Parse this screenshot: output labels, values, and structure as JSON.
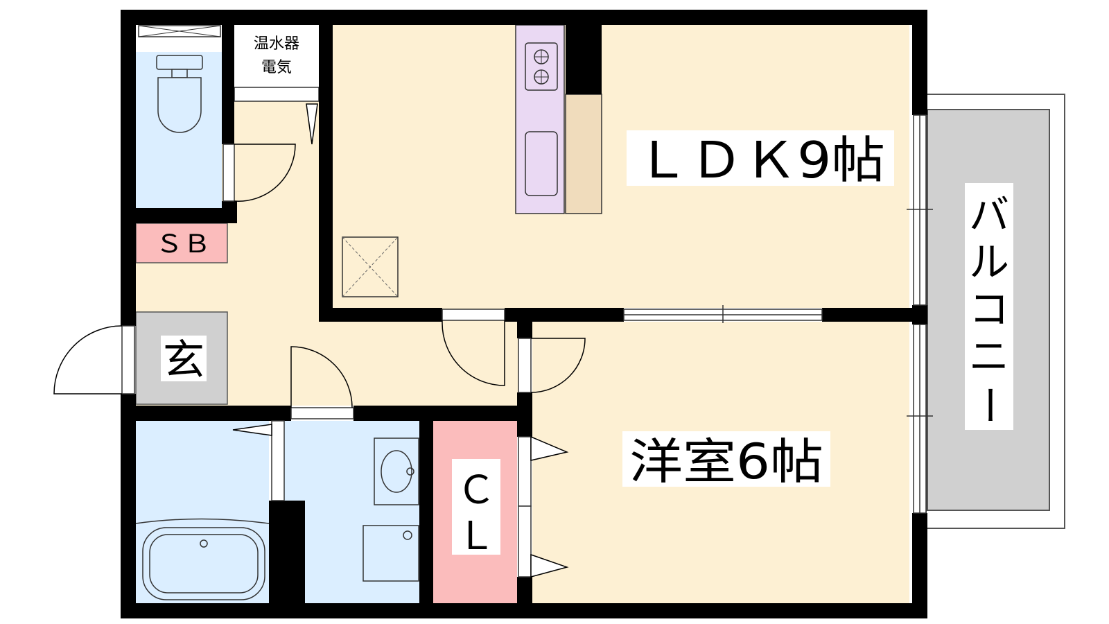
{
  "rooms": {
    "ldk": "ＬＤＫ9帖",
    "western": "洋室6帖",
    "balcony": [
      "バ",
      "ル",
      "コ",
      "ニ",
      "ー"
    ],
    "shoe_box": "ＳＢ",
    "entrance": "玄",
    "closet": [
      "Ｃ",
      "Ｌ"
    ],
    "water_heater": [
      "温水器",
      "電気"
    ]
  },
  "colors": {
    "wall": "#000000",
    "living": "#fdf0d3",
    "wet_area": "#dbeeff",
    "pink": "#fbbcbc",
    "gray": "#d0d0d0",
    "lavender": "#ead9f3",
    "counter": "#f0dcbc"
  }
}
